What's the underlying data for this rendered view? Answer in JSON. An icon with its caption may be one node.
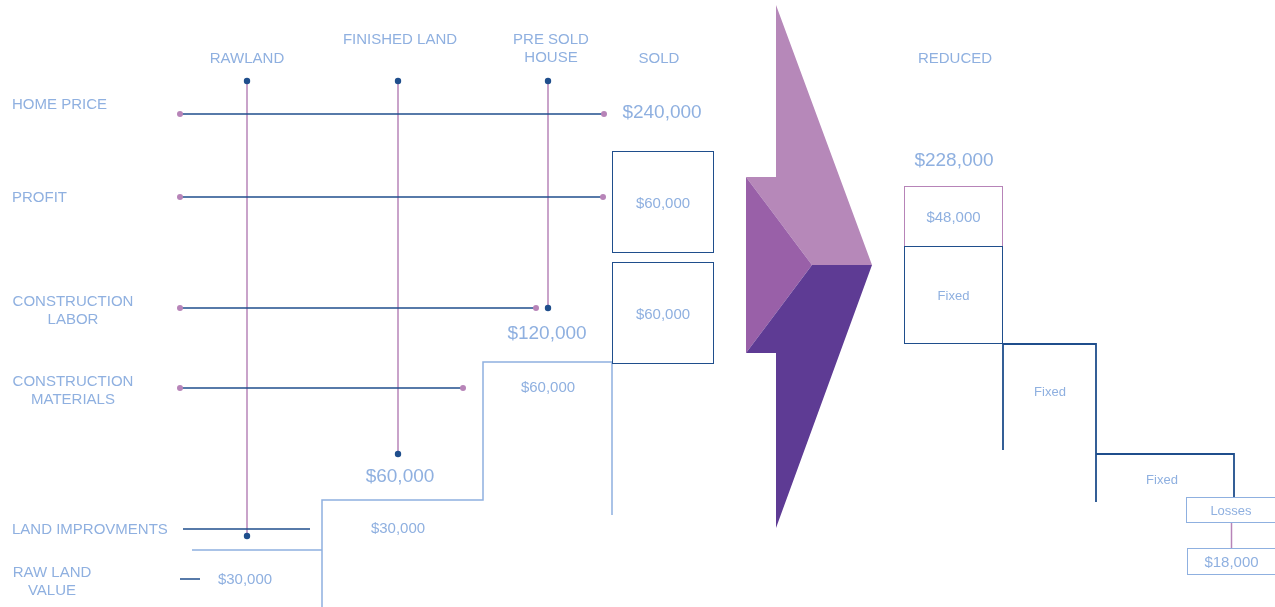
{
  "diagram": {
    "nodes": [
      {
        "text": [
          "$60,000"
        ]
      },
      {
        "text": [
          "$60,000"
        ]
      },
      {
        "text": [
          "$48,000"
        ]
      },
      {
        "text": [
          "Fixed"
        ]
      },
      {
        "text": [
          "Losses"
        ]
      },
      {
        "text": [
          "$18,000"
        ]
      }
    ],
    "edges": [
      {
        "from": 4,
        "to": 5,
        "arrow": "none"
      }
    ],
    "labels": [
      "FINISHED LAND",
      "PRE SOLD HOUSE",
      "RAWLAND",
      "SOLD",
      "REDUCED",
      "HOME PRICE",
      "$240,000",
      "$228,000",
      "PROFIT",
      "CONSTRUCTION LABOR",
      "$120,000",
      "CONSTRUCTION MATERIALS",
      "$60,000",
      "Fixed",
      "$60,000",
      "Fixed",
      "$30,000",
      "LAND IMPROVMENTS",
      "RAW LAND VALUE",
      "$30,000"
    ]
  }
}
